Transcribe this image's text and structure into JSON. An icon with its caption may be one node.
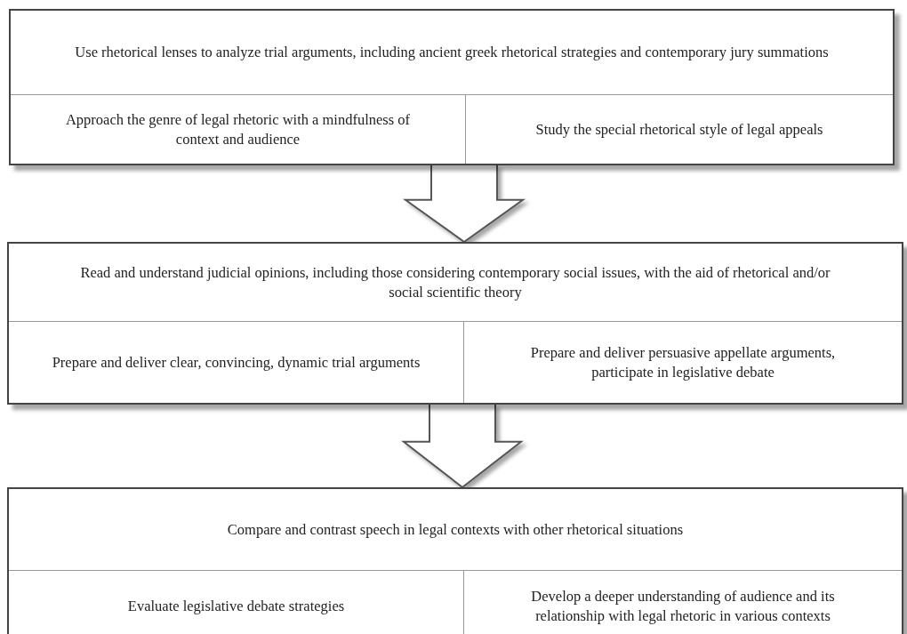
{
  "diagram": {
    "nodes": [
      {
        "text": [],
        "shape": "box"
      },
      {
        "text": [
          "Use rhetorical lenses to analyze trial arguments, including ancient greek rhetorical strategies and contemporary jury summations"
        ],
        "in": 0
      },
      {
        "text": [
          "Approach the genre of legal rhetoric with a mindfulness of context and audience"
        ],
        "in": 0
      },
      {
        "text": [
          "Study the special rhetorical style of legal appeals"
        ],
        "in": 0
      },
      {
        "text": [],
        "shape": "box"
      },
      {
        "text": [
          "Read and understand judicial opinions, including those considering contemporary social issues, with the aid of rhetorical and/or social scientific theory"
        ],
        "in": 4
      },
      {
        "text": [
          "Prepare and deliver clear, convincing, dynamic trial arguments"
        ],
        "in": 4
      },
      {
        "text": [
          "Prepare and deliver persuasive appellate arguments, participate in legislative debate"
        ],
        "in": 4
      },
      {
        "text": [],
        "shape": "box"
      },
      {
        "text": [
          "Compare and contrast speech in legal contexts with other rhetorical situations"
        ],
        "in": 8
      },
      {
        "text": [
          "Evaluate legislative debate strategies"
        ],
        "in": 8
      },
      {
        "text": [
          "Develop a deeper understanding of audience and its relationship with legal rhetoric in various contexts"
        ],
        "in": 8
      }
    ],
    "edges": [
      {
        "from": 0,
        "to": 4,
        "arrow": "to"
      },
      {
        "from": 4,
        "to": 8,
        "arrow": "to"
      }
    ]
  }
}
